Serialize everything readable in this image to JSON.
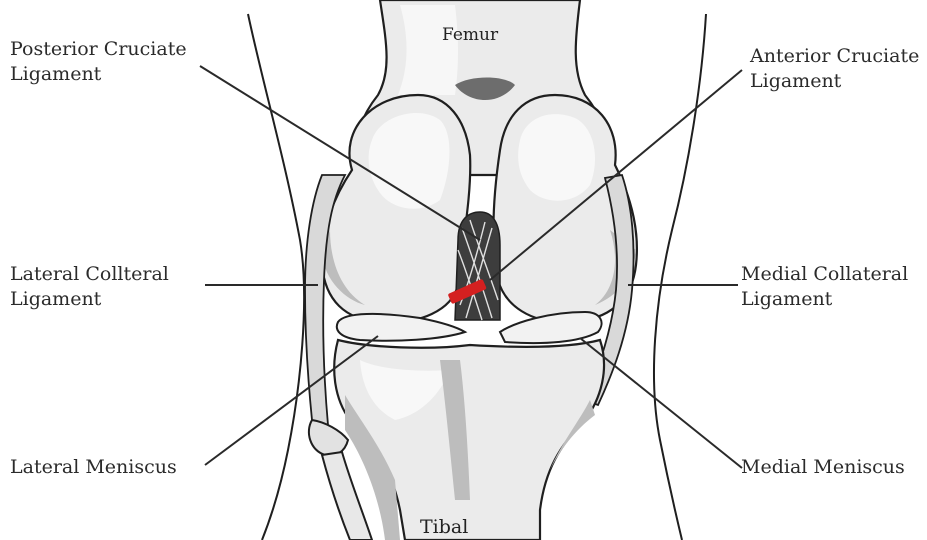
{
  "diagram": {
    "bones": {
      "top": "Femur",
      "bottom": "Tibal"
    },
    "labels": {
      "posterior_cruciate": "Posterior Cruciate\nLigament",
      "anterior_cruciate": "Anterior Cruciate\nLigament",
      "lateral_collateral": "Lateral Collteral\nLigament",
      "medial_collateral": "Medial Collateral\nLigament",
      "lateral_meniscus": "Lateral Meniscus",
      "medial_meniscus": "Medial Meniscus"
    },
    "colors": {
      "bone_fill": "#ebebeb",
      "bone_light": "#f7f7f7",
      "bone_shadow": "#bdbdbd",
      "outline": "#1f1f1f",
      "injury": "#d42020",
      "leader_line": "#2a2a2a"
    }
  }
}
